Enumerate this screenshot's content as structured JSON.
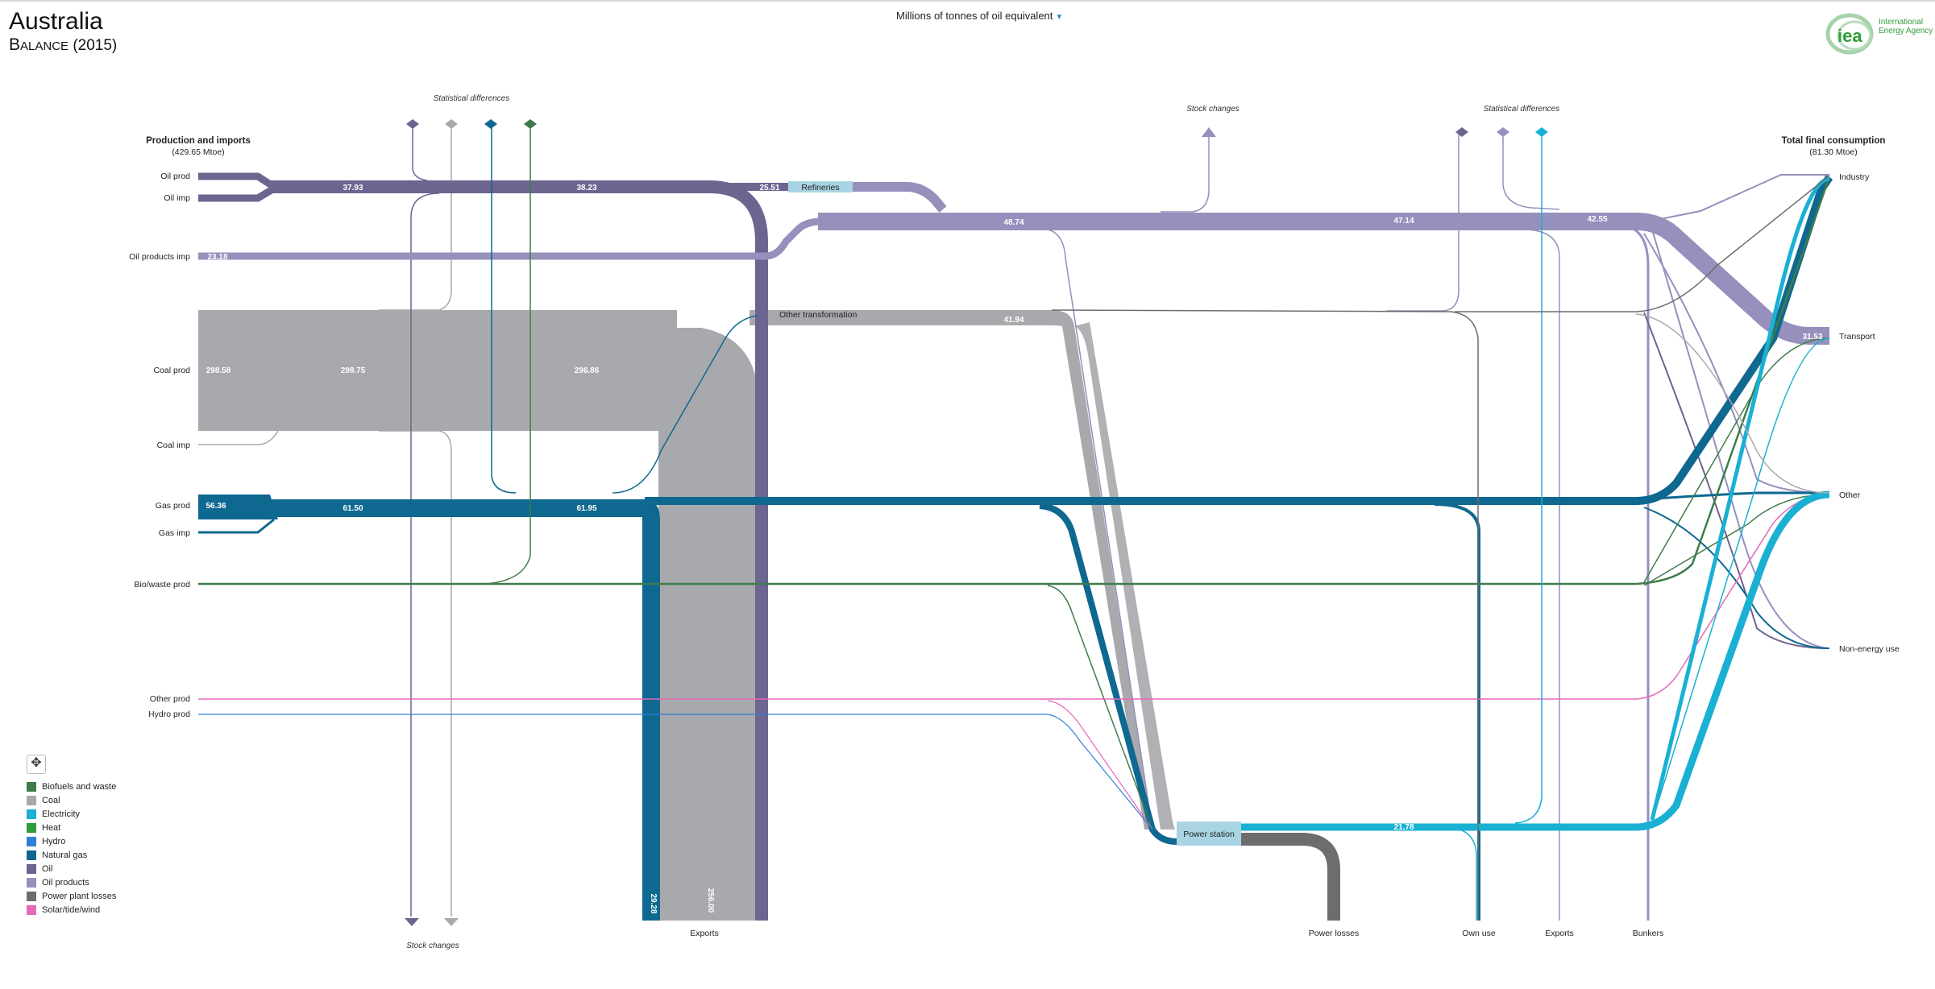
{
  "header": {
    "country": "Australia",
    "balance_label": "Balance",
    "year": "(2015)",
    "unit": "Millions of tonnes of oil equivalent",
    "logo_text_line1": "International",
    "logo_text_line2": "Energy Agency",
    "logo_mark": "iea"
  },
  "columns": {
    "production_title": "Production and imports",
    "production_total": "(429.65 Mtoe)",
    "consumption_title": "Total final consumption",
    "consumption_total": "(81.30 Mtoe)",
    "stat_diff_left": "Statistical differences",
    "stat_diff_right": "Statistical differences",
    "stock_changes_top": "Stock  changes",
    "stock_changes_bottom": "Stock changes"
  },
  "sources": {
    "oil_prod": "Oil prod",
    "oil_imp": "Oil imp",
    "oil_products_imp": "Oil products imp",
    "coal_prod": "Coal prod",
    "coal_imp": "Coal imp",
    "gas_prod": "Gas prod",
    "gas_imp": "Gas imp",
    "biowaste_prod": "Bio/waste prod",
    "other_prod": "Other prod",
    "hydro_prod": "Hydro prod"
  },
  "nodes": {
    "refineries": "Refineries",
    "other_transformation": "Other transformation",
    "power_station": "Power station"
  },
  "sinks": {
    "industry": "Industry",
    "transport": "Transport",
    "other": "Other",
    "non_energy_use": "Non-energy use",
    "exports_left": "Exports",
    "power_losses": "Power losses",
    "own_use": "Own use",
    "exports_right": "Exports",
    "bunkers": "Bunkers"
  },
  "values": {
    "oil_a": "37.93",
    "oil_b": "38.23",
    "oil_c": "25.51",
    "oil_products_imp": "23.18",
    "oil_products_a": "48.74",
    "oil_products_b": "47.14",
    "oil_products_c": "42.55",
    "oil_products_transport": "31.53",
    "coal_a": "298.58",
    "coal_b": "298.75",
    "coal_c": "296.86",
    "coal_other": "41.94",
    "coal_exports": "256.00",
    "gas_a": "56.36",
    "gas_b": "61.50",
    "gas_c": "61.95",
    "gas_exports": "29.28",
    "electricity": "21.78"
  },
  "legend": [
    {
      "label": "Biofuels and waste",
      "color": "#3e7c4a"
    },
    {
      "label": "Coal",
      "color": "#a8a9ad"
    },
    {
      "label": "Electricity",
      "color": "#1ab0d3"
    },
    {
      "label": "Heat",
      "color": "#2e9d3a"
    },
    {
      "label": "Hydro",
      "color": "#2f7fd8"
    },
    {
      "label": "Natural gas",
      "color": "#0f6890"
    },
    {
      "label": "Oil",
      "color": "#6c6590"
    },
    {
      "label": "Oil products",
      "color": "#9590bc"
    },
    {
      "label": "Power plant losses",
      "color": "#6d6d6d"
    },
    {
      "label": "Solar/tide/wind",
      "color": "#e668b8"
    }
  ],
  "colors": {
    "oil": "#6c6590",
    "oil_products": "#9590bc",
    "coal": "#a8a9ad",
    "gas": "#0f6890",
    "electricity": "#1ab0d3",
    "bio": "#3e7c4a",
    "solar": "#e668b8",
    "hydro": "#2f7fd8",
    "losses": "#6d6d6d",
    "node_box": "#a9d4e3"
  },
  "icons": {
    "move": "move-icon",
    "unit_dropdown": "chevron-down-icon"
  }
}
